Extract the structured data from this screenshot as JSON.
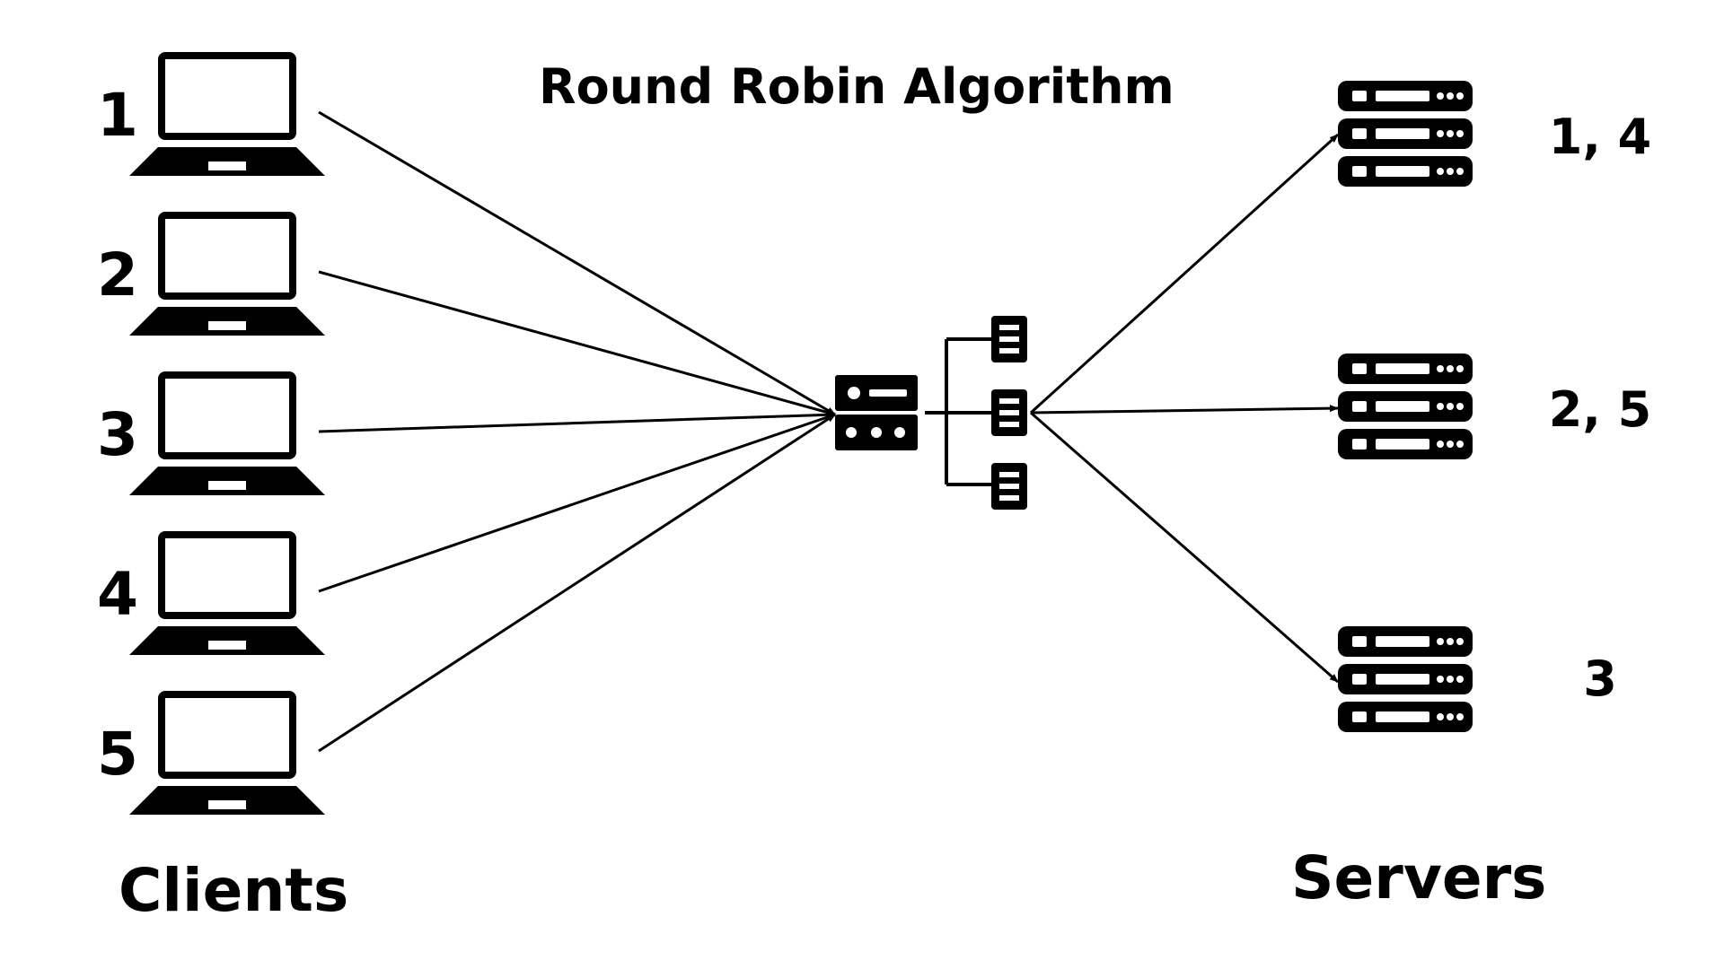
{
  "title": "Round Robin Algorithm",
  "clients_label": "Clients",
  "servers_label": "Servers",
  "clients": [
    {
      "number": "1",
      "icon": "laptop-icon"
    },
    {
      "number": "2",
      "icon": "laptop-icon"
    },
    {
      "number": "3",
      "icon": "laptop-icon"
    },
    {
      "number": "4",
      "icon": "laptop-icon"
    },
    {
      "number": "5",
      "icon": "laptop-icon"
    }
  ],
  "load_balancer": {
    "icon": "load-balancer-icon"
  },
  "servers": [
    {
      "label": "1, 4",
      "icon": "server-rack-icon"
    },
    {
      "label": "2, 5",
      "icon": "server-rack-icon"
    },
    {
      "label": "3",
      "icon": "server-rack-icon"
    }
  ],
  "colors": {
    "ink": "#000000",
    "background": "#ffffff"
  }
}
